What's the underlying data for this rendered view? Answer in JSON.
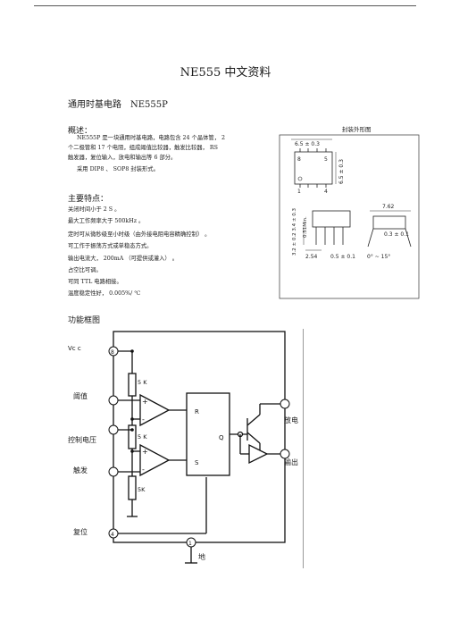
{
  "doc": {
    "title": "NE555 中文资料",
    "subtitle_cn": "通用时基电路",
    "subtitle_part": "NE555P",
    "overview_title": "概述：",
    "package_title": "封装外形图",
    "overview_lines": [
      "NE555P 是一块通用时基电路，电路包含      24 个晶体管，  2",
      "个二极管和   17 个电阻，组成阈值比较器，触发比较器，       RS",
      "触发器，复位输入，放电和输出等       6 部分。",
      "采用 DIP8 、 SOP8 封装形式。"
    ],
    "features_title": "主要特点：",
    "features": [
      "关闭时间小于    2  S 。",
      "最大工作频率大于     500kHz 。",
      "定时可从微秒级至小时级（由外接电阻电容精确控制）        。",
      "可工作于振荡方式或单稳态方式。",
      "输出电流大，    200mA （可提供或灌入）  。",
      "占空比可调。",
      "可同 TTL 电路相接。",
      "温度稳定性好，    0.005%/ ℃"
    ],
    "fbd_title": "功能框图"
  },
  "package_drawing": {
    "dim_top": "6.5 ± 0.3",
    "dim_side": "6.5 ± 0.3",
    "pin_8": "8",
    "pin_5": "5",
    "pin_1": "1",
    "pin_4": "4",
    "dim_width": "7.62",
    "dim_min": "0.51Min.",
    "dim_height": "3.2 ± 0.2  3.4 ± 0.3",
    "dim_pitch": "2.54",
    "dim_lead": "0.5 ± 0.1",
    "dim_angle": "0° ~ 15°",
    "dim_thick": "0.3 ± 0.1"
  },
  "block_diagram": {
    "vcc": "Vc c",
    "pin_vcc": "8",
    "label_threshold": "阈值",
    "label_control": "控制电压",
    "label_trigger": "触发",
    "label_reset": "复位",
    "pin_reset": "4",
    "label_ground": "地",
    "pin_ground": "1",
    "label_discharge": "放电",
    "label_output": "输出",
    "r1": "5 K",
    "r2": "5 K",
    "r3": "5K",
    "ff_r": "R",
    "ff_s": "S",
    "ff_q": "Q",
    "comp1_plus": "+",
    "comp1_minus": "-",
    "comp2_plus": "+",
    "comp2_minus": "-"
  }
}
